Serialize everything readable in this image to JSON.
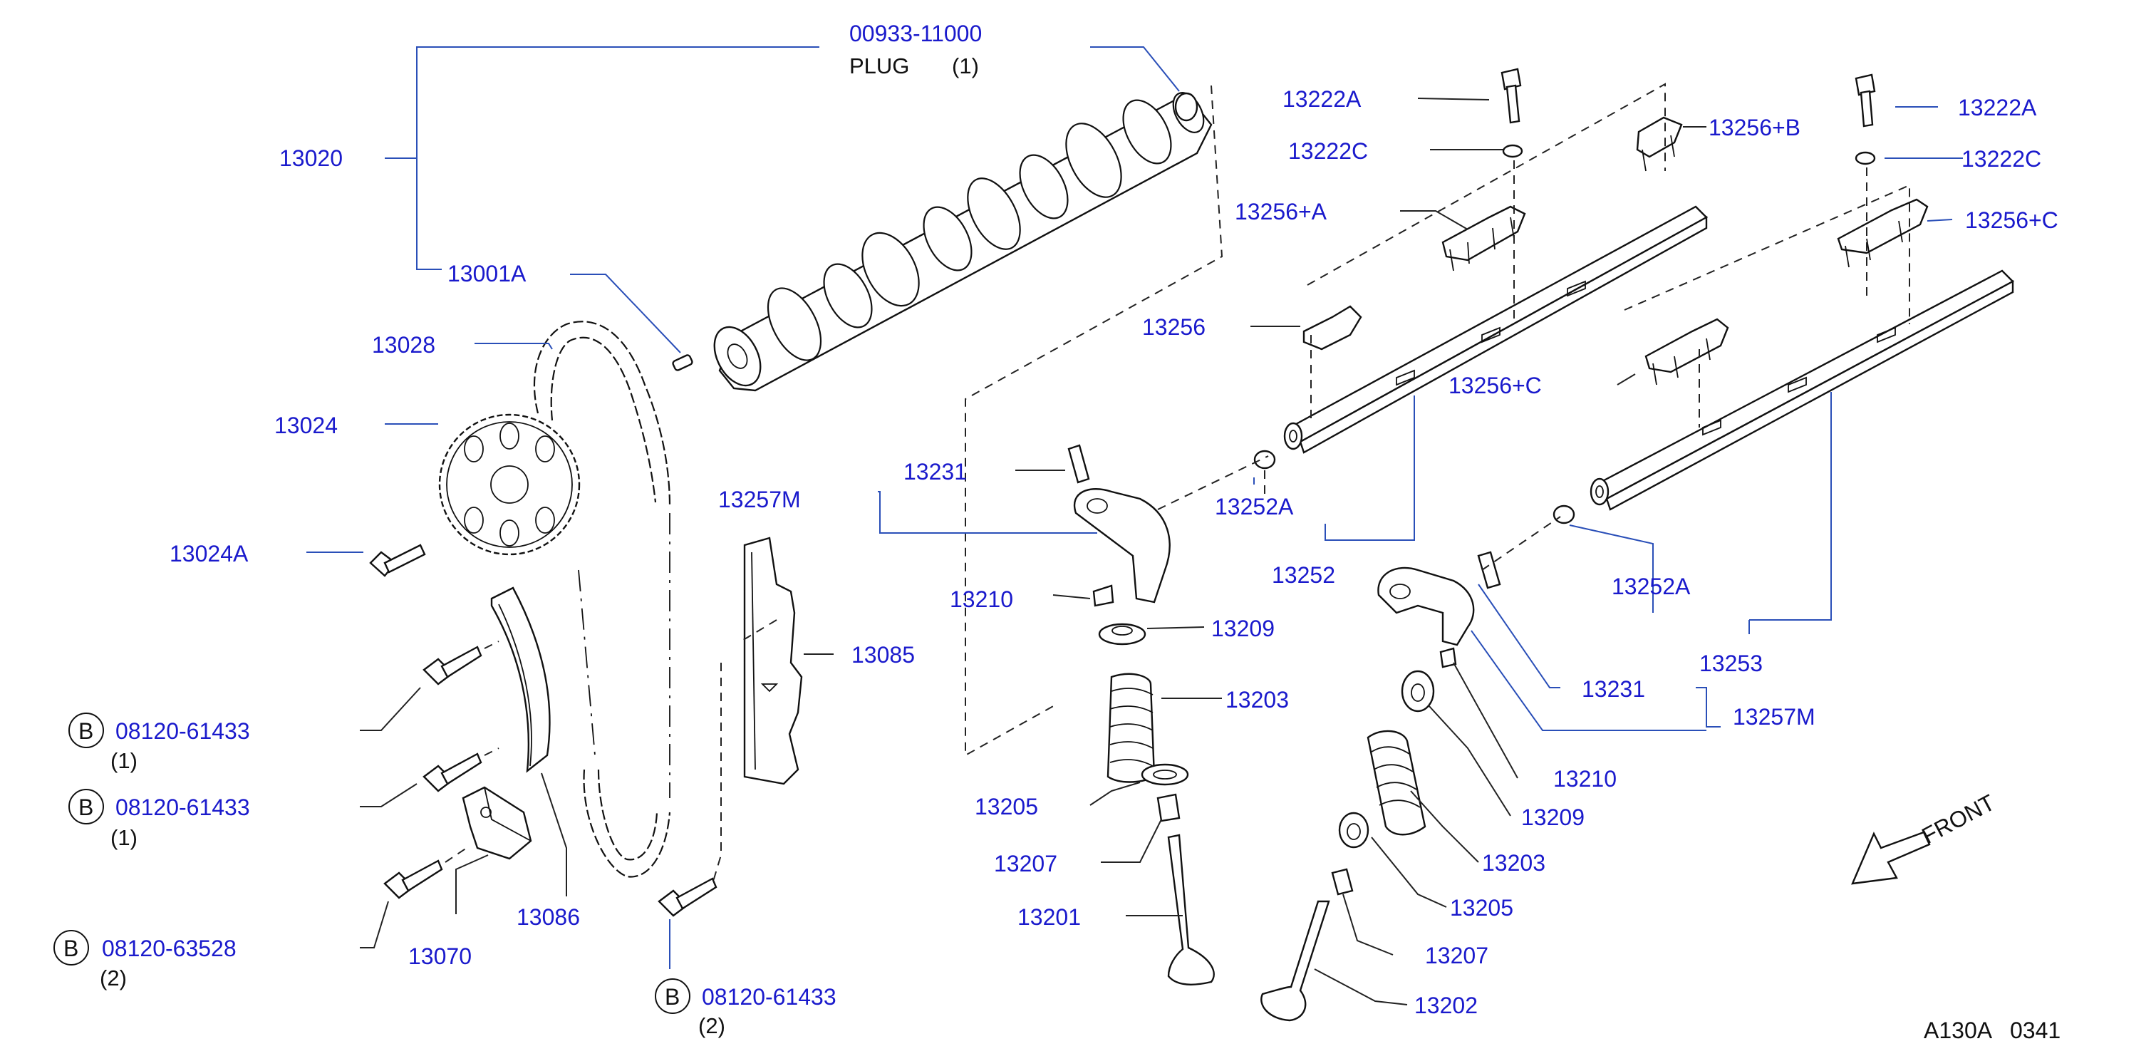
{
  "diagram": {
    "code": "A130A   0341",
    "front_label": "FRONT"
  },
  "labels": {
    "plug_part": "00933-11000",
    "plug_name": "PLUG",
    "plug_qty": "(1)",
    "camshaft": "13020",
    "cam_pin": "13001A",
    "chain": "13028",
    "sprocket": "13024",
    "sprocket_bolt": "13024A",
    "bolt1_part": "08120-61433",
    "bolt1_qty": "(1)",
    "bolt2_part": "08120-61433",
    "bolt2_qty": "(1)",
    "bolt3_part": "08120-63528",
    "bolt3_qty": "(2)",
    "bolt4_part": "08120-61433",
    "bolt4_qty": "(2)",
    "tensioner": "13070",
    "slack_guide": "13086",
    "chain_guide": "13085",
    "rocker_left": "13257M",
    "adj_screw_left": "13231",
    "cap_left": "13210",
    "retainer_left": "13209",
    "spring_left": "13203",
    "seat_left": "13205",
    "seal_left": "13207",
    "valve_intake": "13201",
    "bolt_a1": "13222A",
    "washer_c1": "13222C",
    "bracket_b": "13256+B",
    "bracket_a": "13256+A",
    "bracket_plain": "13256",
    "bracket_c_mid": "13256+C",
    "plug_shaft1": "13252A",
    "shaft1": "13252",
    "bolt_a2": "13222A",
    "washer_c2": "13222C",
    "bracket_c_right": "13256+C",
    "plug_shaft2": "13252A",
    "shaft2": "13253",
    "adj_screw_right": "13231",
    "rocker_right": "13257M",
    "cap_right": "13210",
    "retainer_right": "13209",
    "spring_right": "13203",
    "seat_right": "13205",
    "seal_right": "13207",
    "valve_exhaust": "13202"
  },
  "bolt_marker": "B",
  "icons": {
    "front_arrow": "front-arrow-icon",
    "bolt_marker": "circled-b-icon"
  }
}
